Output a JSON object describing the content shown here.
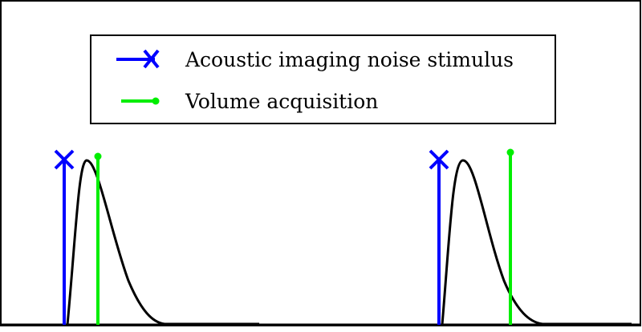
{
  "legend": {
    "items": [
      {
        "label": "Acoustic imaging noise stimulus",
        "marker": "cross-marker",
        "color": "#0000ff"
      },
      {
        "label": "Volume acquisition",
        "marker": "dot-marker",
        "color": "#00ee00"
      }
    ]
  },
  "colors": {
    "stimulus": "#0000ff",
    "acquisition": "#00ee00",
    "response_curve": "#000000",
    "frame": "#000000",
    "background": "#ffffff"
  },
  "panels": [
    {
      "stimulus_marker": "x-icon",
      "acquisition_marker": "dot-icon",
      "acquisition_timing": "near-peak"
    },
    {
      "stimulus_marker": "x-icon",
      "acquisition_marker": "dot-icon",
      "acquisition_timing": "delayed"
    }
  ]
}
